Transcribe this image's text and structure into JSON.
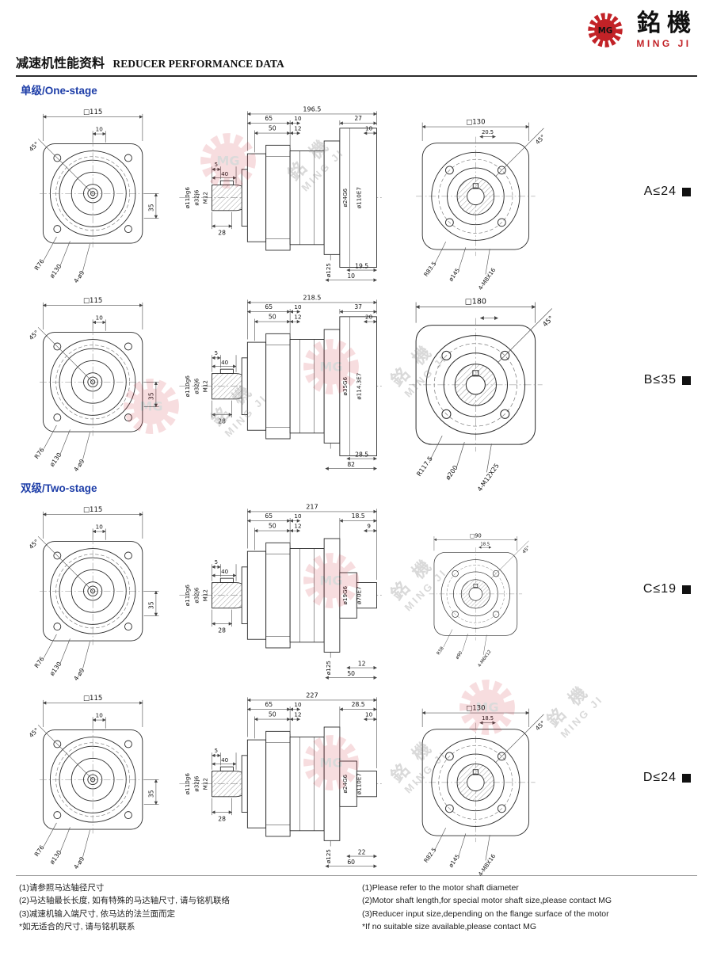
{
  "header": {
    "logo_text": "MG",
    "brand_cn": "銘機",
    "brand_en": "MING JI",
    "title_cn": "减速机性能资料",
    "title_en": "REDUCER PERFORMANCE DATA"
  },
  "sections": [
    {
      "heading": "单级/One-stage"
    },
    {
      "heading": "双级/Two-stage"
    }
  ],
  "rows": [
    {
      "id": "A",
      "section": 0,
      "variant": "plate",
      "rating": "A≤24",
      "front": {
        "square": "□115",
        "off": "10",
        "angle": "45°",
        "side": "35",
        "r": "R76",
        "bc": "ø130",
        "holes": "4-ø9"
      },
      "mid": {
        "total": "196.5",
        "t65": "65",
        "t10": "10",
        "t50": "50",
        "t12": "12",
        "rt1": "27",
        "rt2": "10",
        "k5": "5",
        "k40": "40",
        "k28": "28",
        "shaft": "ø110g6",
        "bore": "ø32j6",
        "thread": "M12",
        "out1": "ø24G6",
        "out2": "ø110E7",
        "flange": "ø125",
        "rb1": "19.5",
        "rb2": "10"
      },
      "back": {
        "square": "□130",
        "off": "20.5",
        "angle": "45°",
        "r": "R83.5",
        "bc": "ø145",
        "holes": "4-M8X16"
      }
    },
    {
      "id": "B",
      "section": 0,
      "variant": "plate",
      "rating": "B≤35",
      "front": {
        "square": "□115",
        "off": "10",
        "angle": "45°",
        "side": "35",
        "r": "R76",
        "bc": "ø130",
        "holes": "4-ø9"
      },
      "mid": {
        "total": "218.5",
        "t65": "65",
        "t10": "10",
        "t50": "50",
        "t12": "12",
        "rt1": "37",
        "rt2": "20",
        "k5": "5",
        "k40": "40",
        "k28": "28",
        "shaft": "ø110g6",
        "bore": "ø32j6",
        "thread": "M12",
        "out1": "ø35G6",
        "out2": "ø114.3E7",
        "flange": "",
        "rb1": "28.5",
        "rb2": "82"
      },
      "back": {
        "square": "□180",
        "off": "",
        "angle": "45°",
        "r": "R117.5",
        "bc": "ø200",
        "holes": "4-M12X25"
      }
    },
    {
      "id": "C",
      "section": 1,
      "variant": "shaft",
      "rating": "C≤19",
      "front": {
        "square": "□115",
        "off": "10",
        "angle": "45°",
        "side": "35",
        "r": "R76",
        "bc": "ø130",
        "holes": "4-ø9"
      },
      "mid": {
        "total": "217",
        "t65": "65",
        "t10": "10",
        "t50": "50",
        "t12": "12",
        "rt1": "18.5",
        "rt2": "9",
        "k5": "5",
        "k40": "40",
        "k28": "28",
        "shaft": "ø110g6",
        "bore": "ø32j6",
        "thread": "M12",
        "out1": "ø19G6",
        "out2": "ø70E7",
        "flange": "ø125",
        "rb1": "12",
        "rb2": "50"
      },
      "back": {
        "square": "□90",
        "off": "18.5",
        "angle": "45°",
        "r": "R58",
        "bc": "ø90",
        "holes": "4-M6X12"
      }
    },
    {
      "id": "D",
      "section": 1,
      "variant": "shaft",
      "rating": "D≤24",
      "front": {
        "square": "□115",
        "off": "10",
        "angle": "45°",
        "side": "35",
        "r": "R76",
        "bc": "ø130",
        "holes": "4-ø9"
      },
      "mid": {
        "total": "227",
        "t65": "65",
        "t10": "10",
        "t50": "50",
        "t12": "12",
        "rt1": "28.5",
        "rt2": "10",
        "k5": "5",
        "k40": "40",
        "k28": "28",
        "shaft": "ø110g6",
        "bore": "ø32j6",
        "thread": "M12",
        "out1": "ø24G6",
        "out2": "ø110E7",
        "flange": "ø125",
        "rb1": "22",
        "rb2": "60"
      },
      "back": {
        "square": "□130",
        "off": "18.5",
        "angle": "45°",
        "r": "R82.5",
        "bc": "ø145",
        "holes": "4-M8X16"
      }
    }
  ],
  "notes": {
    "cn": [
      "(1)请参照马达轴径尺寸",
      "(2)马达轴最长长度, 如有特殊的马达轴尺寸, 请与铭机联络",
      "(3)减速机输入端尺寸, 依马达的法兰面而定",
      "*如无适合的尺寸, 请与铭机联系"
    ],
    "en": [
      "(1)Please refer to the motor shaft diameter",
      "(2)Motor shaft length,for special motor shaft size,please contact MG",
      "(3)Reducer input size,depending on the flange surface of the motor",
      "*If no suitable size available,please contact MG"
    ]
  },
  "watermark": {
    "mg": "MG",
    "cn": "銘 機",
    "en": "MING JI"
  }
}
